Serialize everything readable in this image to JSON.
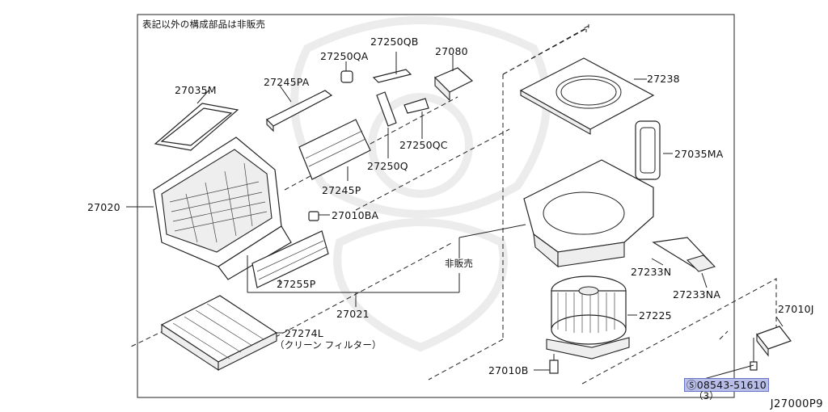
{
  "diagram": {
    "note": "表記以外の構成部品は非販売",
    "diagram_code": "J27000P9",
    "not_sold_label": "非販売",
    "callouts": {
      "p27035M": "27035M",
      "p27245PA": "27245PA",
      "p27250QA": "27250QA",
      "p27250QB": "27250QB",
      "p27080": "27080",
      "p27238": "27238",
      "p27250QC": "27250QC",
      "p27250Q": "27250Q",
      "p27035MA": "27035MA",
      "p27245P": "27245P",
      "p27020": "27020",
      "p27010BA": "27010BA",
      "p27233N": "27233N",
      "p27233NA": "27233NA",
      "p27255P": "27255P",
      "p27021": "27021",
      "p27225": "27225",
      "p27010J": "27010J",
      "p27274L": "27274L",
      "p27274L_desc": "（クリーン フィルター）",
      "p27010B": "27010B",
      "p08543": "08543-51610",
      "p08543_qty": "（3）"
    }
  }
}
